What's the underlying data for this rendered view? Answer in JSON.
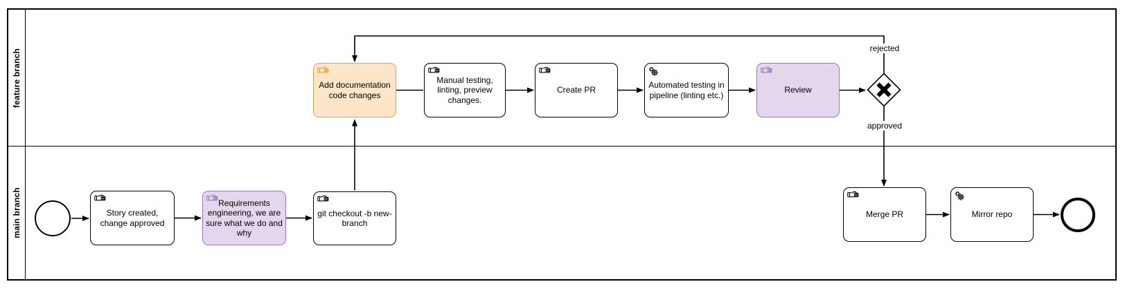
{
  "diagram_type": "bpmn-process",
  "pool": {
    "lanes": [
      {
        "id": "feature",
        "label": "feature branch"
      },
      {
        "id": "main",
        "label": "main branch"
      }
    ]
  },
  "nodes": {
    "start": {
      "type": "start-event"
    },
    "story": {
      "label": "Story created, change approved",
      "type": "manual-task",
      "icon": "hand-icon"
    },
    "requirements": {
      "label": "Requirements engineering, we are sure what we do and why",
      "type": "manual-task",
      "icon": "hand-icon",
      "fill": "#E3D7ED",
      "stroke": "#9878B8"
    },
    "git_checkout": {
      "label": "git checkout -b new-branch",
      "type": "manual-task",
      "icon": "hand-icon"
    },
    "add_documentation": {
      "label": "Add documentation code changes",
      "type": "manual-task",
      "icon": "hand-icon",
      "fill": "#FCE5C9",
      "stroke": "#E8A23D"
    },
    "manual_testing": {
      "label": "Manual testing, linting, preview changes.",
      "type": "manual-task",
      "icon": "hand-icon"
    },
    "create_pr": {
      "label": "Create PR",
      "type": "manual-task",
      "icon": "hand-icon"
    },
    "automated_testing": {
      "label": "Automated testing in pipeline (linting etc.)",
      "type": "service-task",
      "icon": "gear-icon"
    },
    "review": {
      "label": "Review",
      "type": "manual-task",
      "icon": "hand-icon",
      "fill": "#E3D7ED",
      "stroke": "#9878B8"
    },
    "gateway": {
      "type": "exclusive-gateway-xor"
    },
    "merge_pr": {
      "label": "Merge PR",
      "type": "manual-task",
      "icon": "hand-icon"
    },
    "mirror_repo": {
      "label": "Mirror repo",
      "type": "service-task",
      "icon": "gear-icon"
    },
    "end": {
      "type": "end-event"
    }
  },
  "edge_labels": {
    "rejected": "rejected",
    "approved": "approved"
  },
  "colors": {
    "stroke_default": "#000000",
    "background": "#FFFFFF",
    "orange_task_fill": "#FCE5C9",
    "orange_task_stroke": "#E8A23D",
    "purple_task_fill": "#E3D7ED",
    "purple_task_stroke": "#9878B8"
  }
}
